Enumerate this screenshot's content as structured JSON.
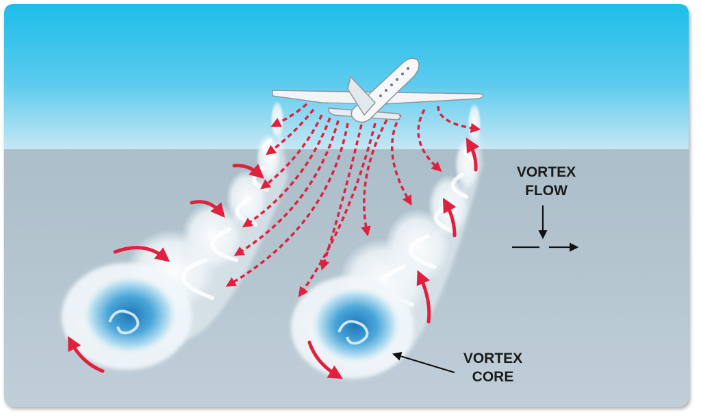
{
  "labels": {
    "vortex_flow_line1": "VORTEX",
    "vortex_flow_line2": "FLOW",
    "vortex_core_line1": "VORTEX",
    "vortex_core_line2": "CORE"
  },
  "colors": {
    "sky_top": "#1dbde9",
    "sky_bottom": "#c6e7f3",
    "ground_top": "#9fb4c0",
    "ground_bottom": "#c0ced8",
    "flow_arrow": "#e0203c",
    "vortex_white": "#f4f8fa",
    "vortex_core_blue": "#2f8fd0",
    "label_text": "#1a1a1a"
  },
  "icons": {
    "aircraft": "airplane-icon",
    "flow_legend": "flow-direction-icon"
  }
}
